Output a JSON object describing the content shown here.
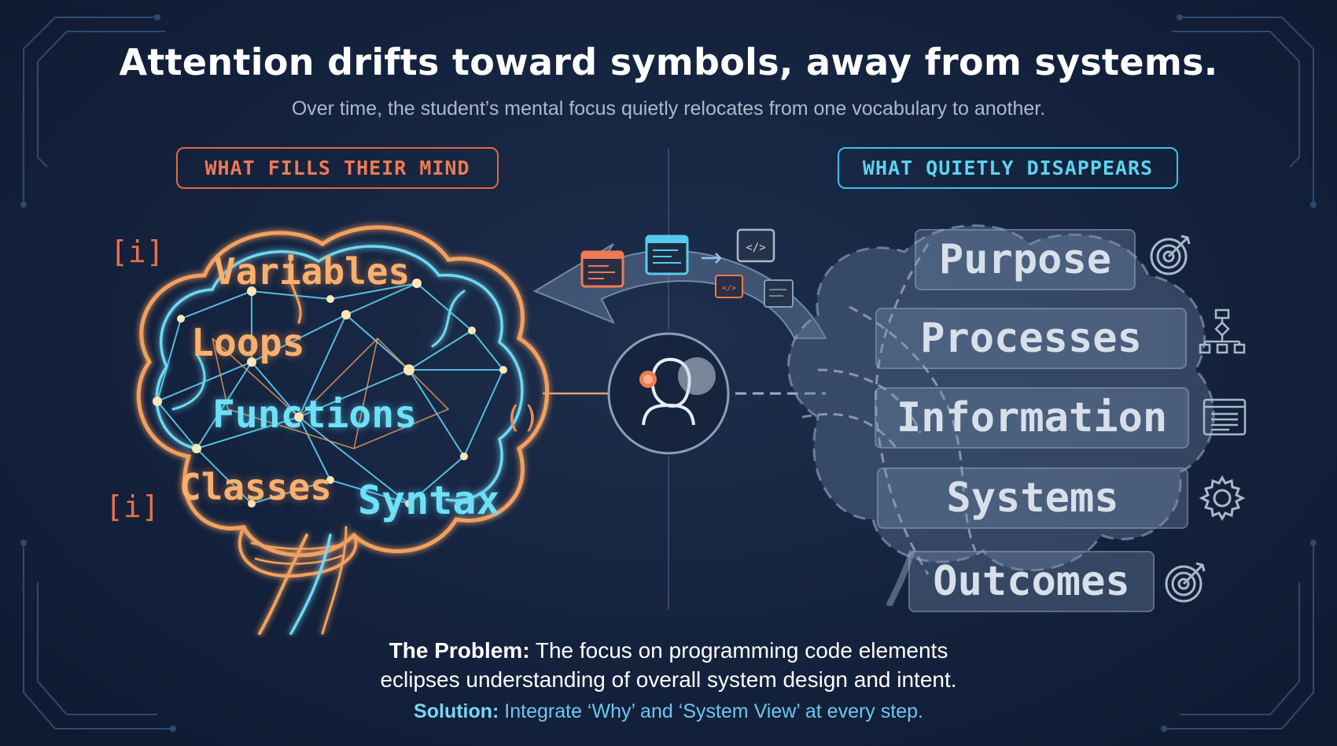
{
  "title": "Attention drifts toward symbols, away from systems.",
  "subtitle": "Over time, the student’s mental focus quietly relocates from one vocabulary to another.",
  "left_panel": {
    "label": "WHAT FILLS THEIR MIND",
    "words": [
      "Variables",
      "Loops",
      "Functions",
      "Classes",
      "Syntax"
    ],
    "brackets": [
      "[i]",
      "[i]"
    ],
    "parens": "()"
  },
  "right_panel": {
    "label": "WHAT QUIETLY DISAPPEARS",
    "items": [
      {
        "label": "Purpose",
        "icon": "target-icon"
      },
      {
        "label": "Processes",
        "icon": "flowchart-icon"
      },
      {
        "label": "Information",
        "icon": "document-window-icon"
      },
      {
        "label": "Systems",
        "icon": "gear-icon"
      },
      {
        "label": "Outcomes",
        "icon": "target-icon"
      }
    ]
  },
  "footer": {
    "problem_label": "The Problem:",
    "problem_text_1": " The focus on programming code elements",
    "problem_text_2": "eclipses understanding of overall system design and intent.",
    "solution_label": "Solution:",
    "solution_text": " Integrate ‘Why’ and ‘System View’ at every step."
  },
  "colors": {
    "background": "#14223d",
    "accent_orange": "#f07a52",
    "accent_cyan": "#5cd3ef",
    "box_fill": "#5a6f8a"
  }
}
